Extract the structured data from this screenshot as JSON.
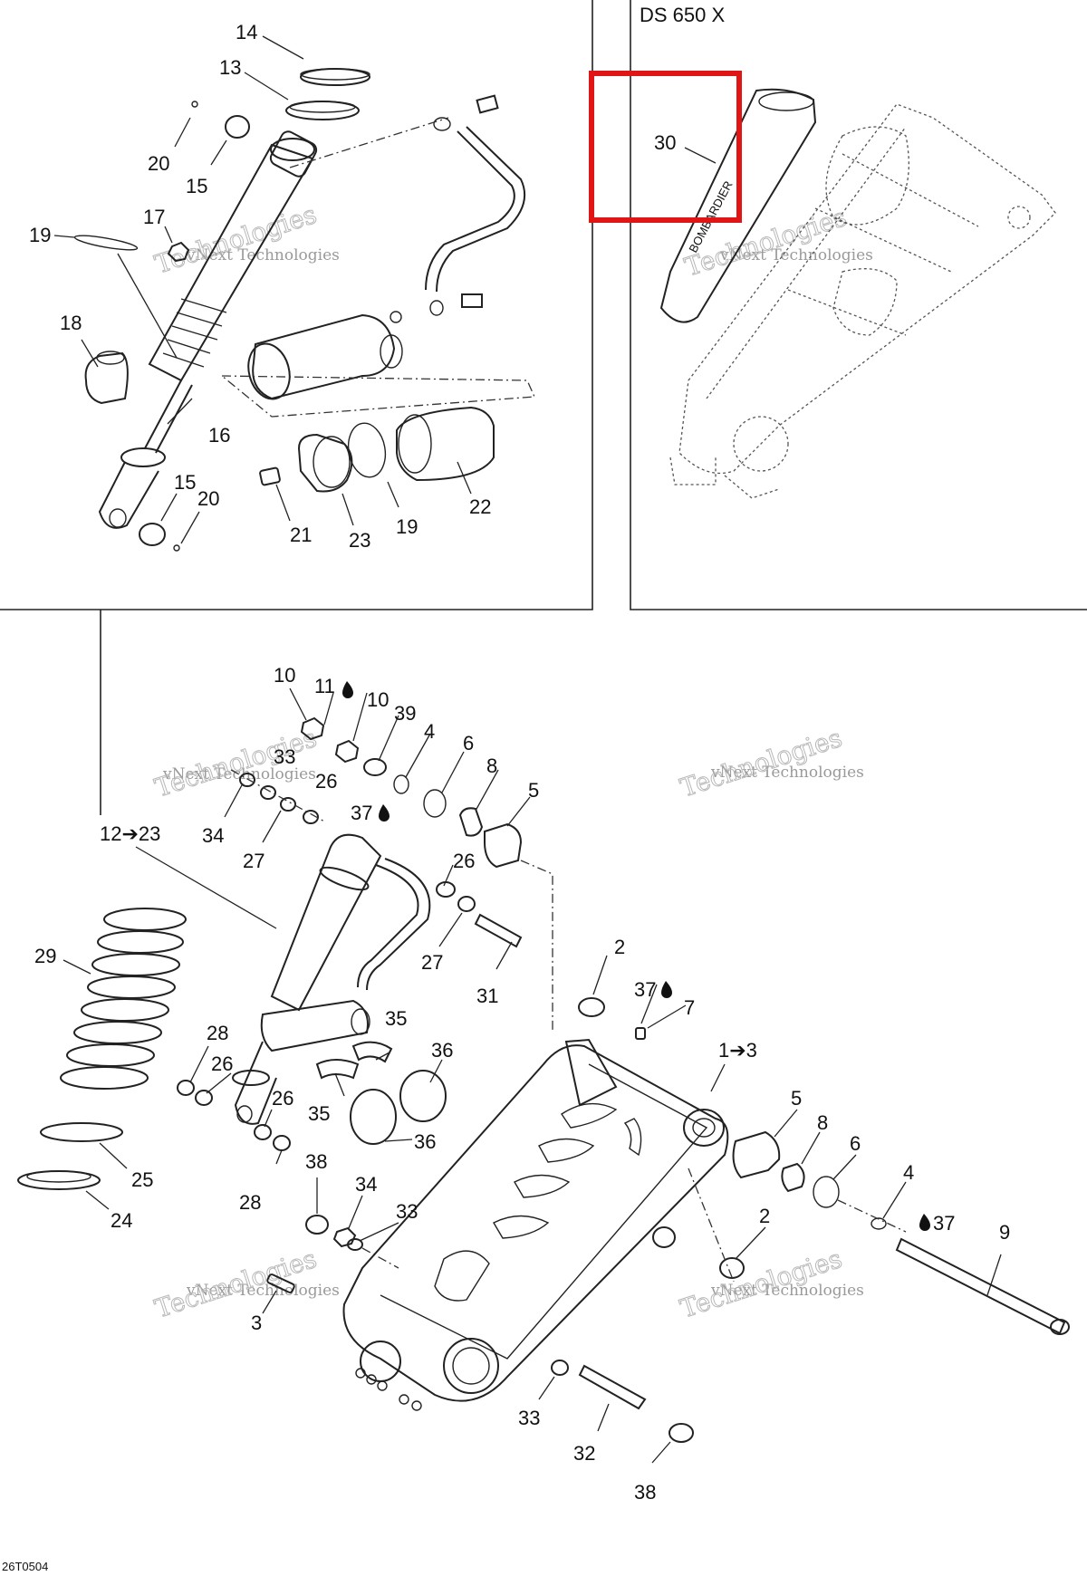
{
  "diagram": {
    "detail_title": "DS 650 X",
    "drawing_code": "26T0504",
    "watermark": {
      "line1": "vNext Technologies",
      "line2": "Technologies"
    },
    "highlight": {
      "color": "#e01515",
      "callout": "30"
    },
    "callouts": {
      "c14": "14",
      "c13": "13",
      "c20a": "20",
      "c15a": "15",
      "c17": "17",
      "c19a": "19",
      "c18": "18",
      "c16": "16",
      "c15b": "15",
      "c20b": "20",
      "c21": "21",
      "c23": "23",
      "c19b": "19",
      "c22": "22",
      "c30": "30",
      "c10a": "10",
      "c11": "11",
      "c10b": "10",
      "c39": "39",
      "c4a": "4",
      "c6a": "6",
      "c8a": "8",
      "c5a": "5",
      "c33a": "33",
      "c26a": "26",
      "c37a": "37",
      "c34a": "34",
      "c27a": "27",
      "c12": "12➔23",
      "c26b": "26",
      "c27b": "27",
      "c31": "31",
      "c29": "29",
      "c2a": "2",
      "c37b": "37",
      "c7": "7",
      "c1": "1➔3",
      "c28a": "28",
      "c35a": "35",
      "c36a": "36",
      "c26c": "26",
      "c35b": "35",
      "c26d": "26",
      "c36b": "36",
      "c25": "25",
      "c28b": "28",
      "c24": "24",
      "c38a": "38",
      "c34b": "34",
      "c33b": "33",
      "c5b": "5",
      "c8b": "8",
      "c6b": "6",
      "c4b": "4",
      "c37c": "37",
      "c9": "9",
      "c2b": "2",
      "c3": "3",
      "c33c": "33",
      "c32": "32",
      "c38b": "38"
    },
    "icons": [
      "grease-drop-icon"
    ]
  }
}
